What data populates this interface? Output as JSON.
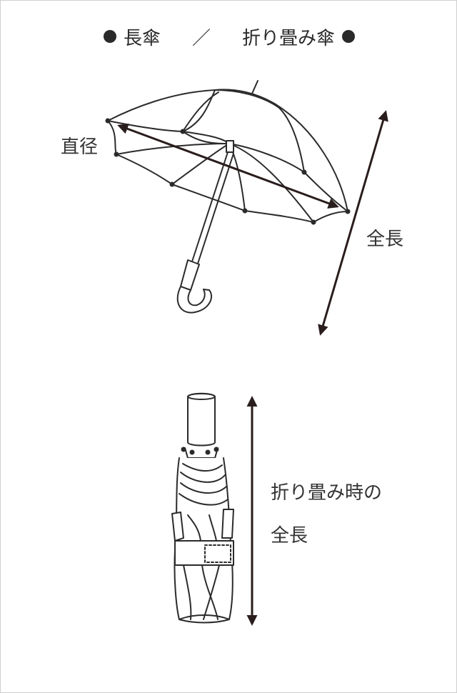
{
  "header": {
    "left": "長傘",
    "separator": "／",
    "right": "折り畳み傘"
  },
  "labels": {
    "diameter": "直径",
    "length": "全長",
    "folded_line1": "折り畳み時の",
    "folded_line2": "全長"
  },
  "colors": {
    "line": "#2b2b2b",
    "arrow": "#2a1d1d",
    "text": "#333333",
    "border": "#cfcfcf"
  }
}
